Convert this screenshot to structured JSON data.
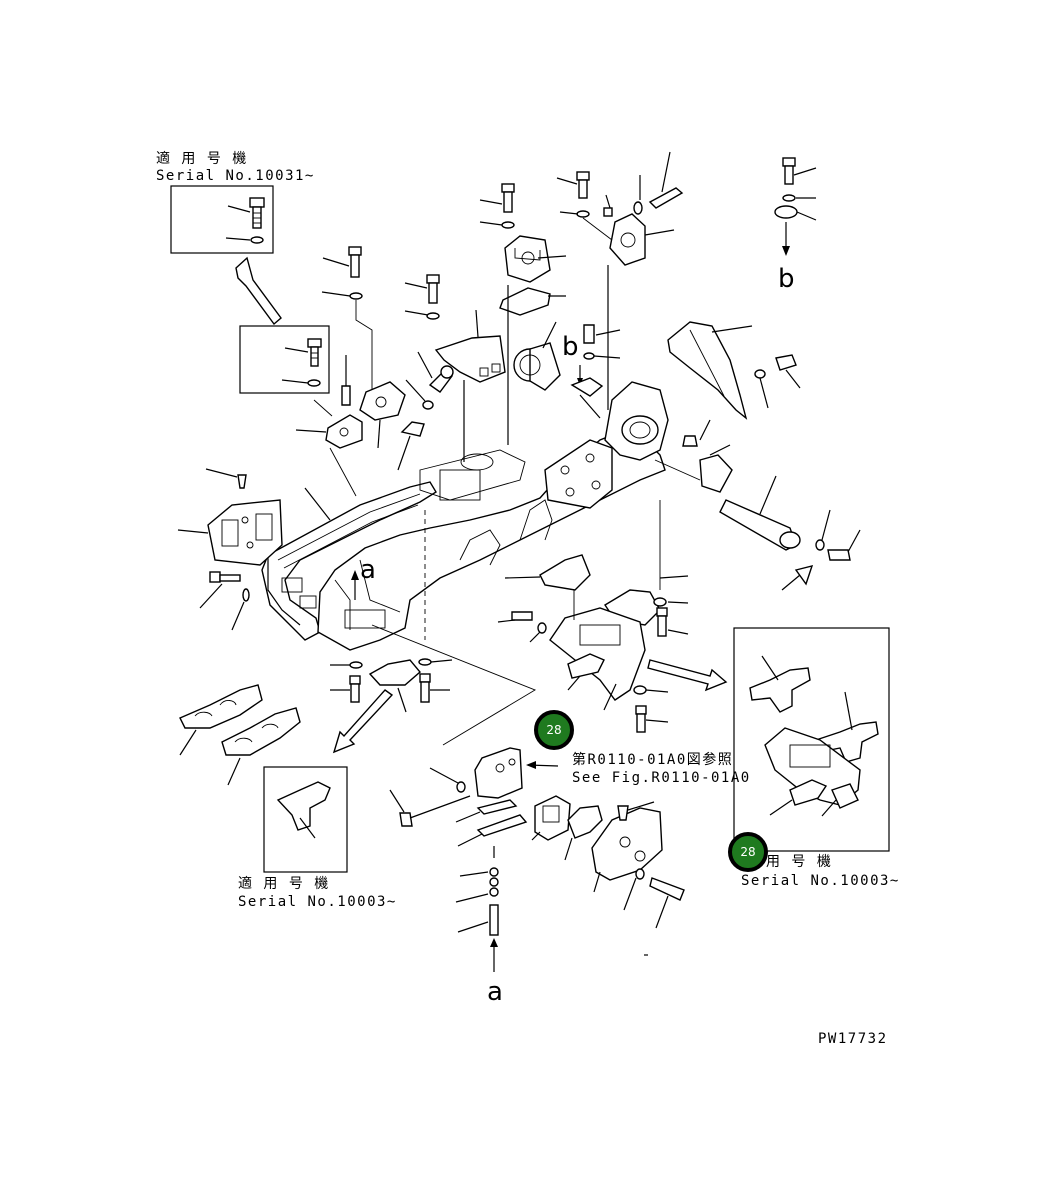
{
  "inset_top_left": {
    "line1": "適 用 号 機",
    "line2": "Serial No.10031~"
  },
  "inset_bottom_left": {
    "line1": "適 用 号 機",
    "line2": "Serial No.10003~"
  },
  "inset_bottom_right": {
    "line1": "用 号 機",
    "line2": "Serial No.10003~"
  },
  "reference_note": {
    "line1": "第R0110-01A0図参照",
    "line2": "See Fig.R0110-01A0"
  },
  "view_letters": {
    "a": "a",
    "b": "b"
  },
  "badges": {
    "center": "28",
    "right": "28"
  },
  "drawing_id": "PW17732",
  "colors": {
    "badge_fill": "#1f7a1f",
    "line": "#000000",
    "background": "#ffffff"
  }
}
